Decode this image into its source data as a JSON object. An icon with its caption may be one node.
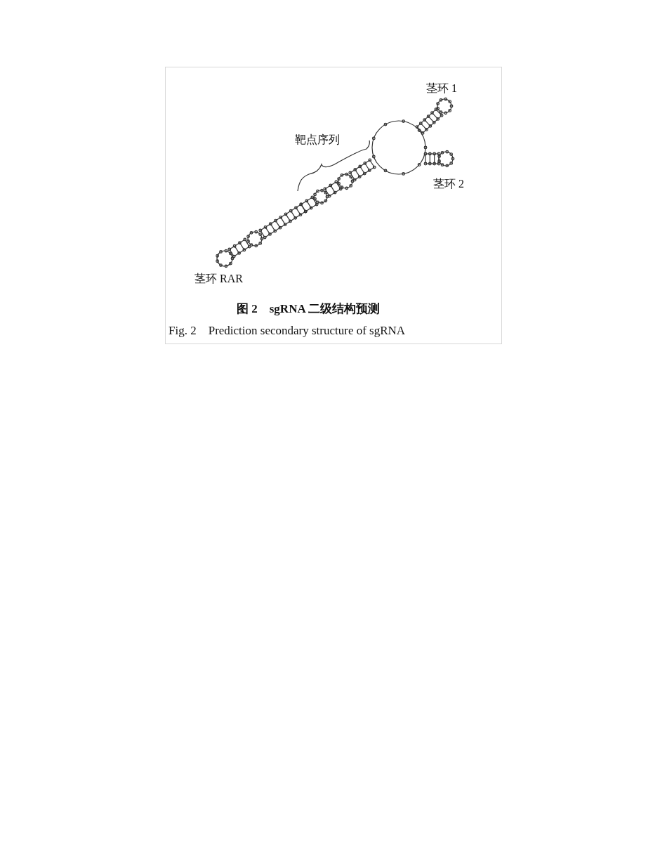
{
  "diagram": {
    "caption": "图 2　sgRNA 二级结构预测",
    "labels": [
      "茎环 1",
      "靶点序列",
      "茎环 2",
      "茎环 RAR",
      "Fig. 2　Prediction secondary structure of sgRNA"
    ]
  }
}
